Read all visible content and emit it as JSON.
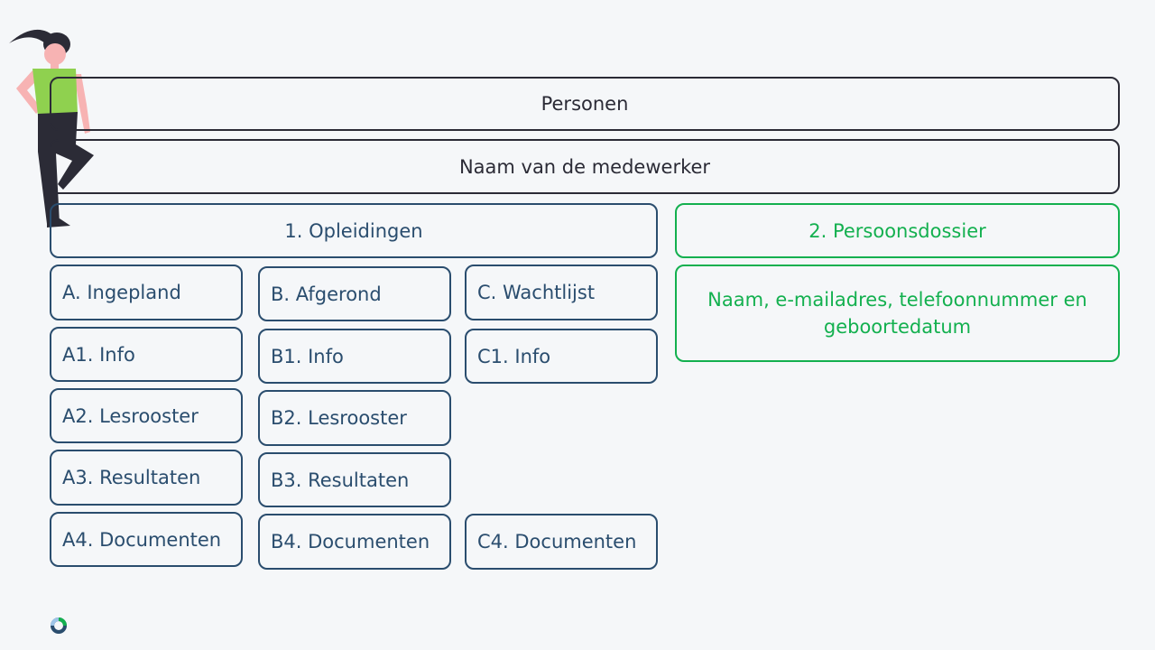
{
  "header": {
    "title": "Personen",
    "subtitle": "Naam van de medewerker"
  },
  "opleidingen": {
    "title": "1. Opleidingen",
    "columns": [
      {
        "header": "A. Ingepland",
        "items": [
          "A1. Info",
          "A2. Lesrooster",
          "A3. Resultaten",
          "A4. Documenten"
        ]
      },
      {
        "header": "B. Afgerond",
        "items": [
          "B1. Info",
          "B2. Lesrooster",
          "B3. Resultaten",
          "B4. Documenten"
        ]
      },
      {
        "header": "C. Wachtlijst",
        "items": [
          "C1. Info",
          "C4. Documenten"
        ]
      }
    ]
  },
  "persoonsdossier": {
    "title": "2. Persoonsdossier",
    "details": "Naam, e-mailadres, telefoonnummer en geboortedatum"
  },
  "colors": {
    "primary": "#2a4d6e",
    "dark": "#2b2b36",
    "accent": "#13b04f",
    "background": "#f5f7f9"
  },
  "icons": [
    "woman-illustration",
    "logo-icon"
  ]
}
